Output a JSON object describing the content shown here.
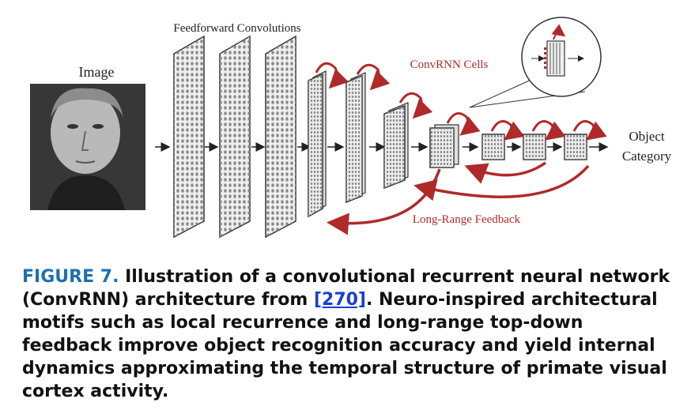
{
  "figure": {
    "labels": {
      "image": "Image",
      "feedforward": "Feedforward Convolutions",
      "convrnn_cells": "ConvRNN Cells",
      "long_range": "Long-Range Feedback",
      "object_line1": "Object",
      "object_line2": "Category"
    },
    "colors": {
      "feedback": "#b02a2a",
      "layer_fill": "#e8e8e8",
      "layer_stroke": "#333333",
      "dots": "#888888"
    }
  },
  "caption": {
    "label": "FIGURE 7.",
    "text_before_ref": " Illustration of a convolutional recurrent neural network (ConvRNN) architecture from ",
    "ref": "[270]",
    "text_after_ref": ". Neuro-inspired architectural motifs such as local recurrence and long-range top-down feedback improve object recognition accuracy and yield internal dynamics approximating the temporal structure of primate visual cortex activity."
  }
}
